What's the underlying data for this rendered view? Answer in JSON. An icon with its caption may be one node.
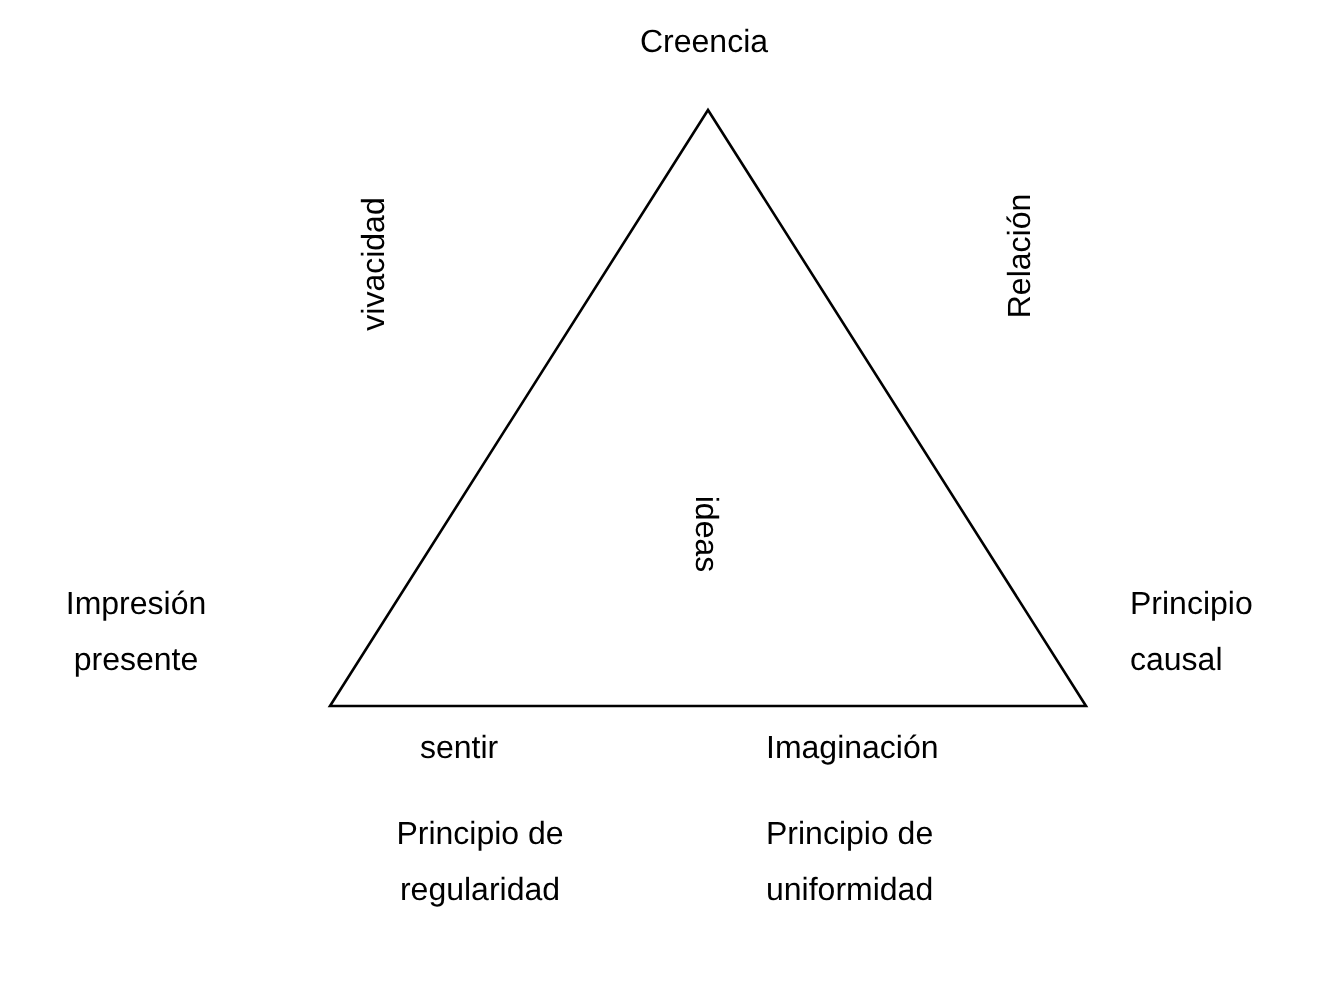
{
  "diagram": {
    "nodes": [
      {
        "text": [
          "ideas"
        ]
      }
    ],
    "labels": [
      "Creencia",
      "vivacidad",
      "Relación",
      "Impresión presente",
      "Principio causal",
      "sentir",
      "Imaginación",
      "Principio de regularidad",
      "Principio de uniformidad"
    ]
  }
}
